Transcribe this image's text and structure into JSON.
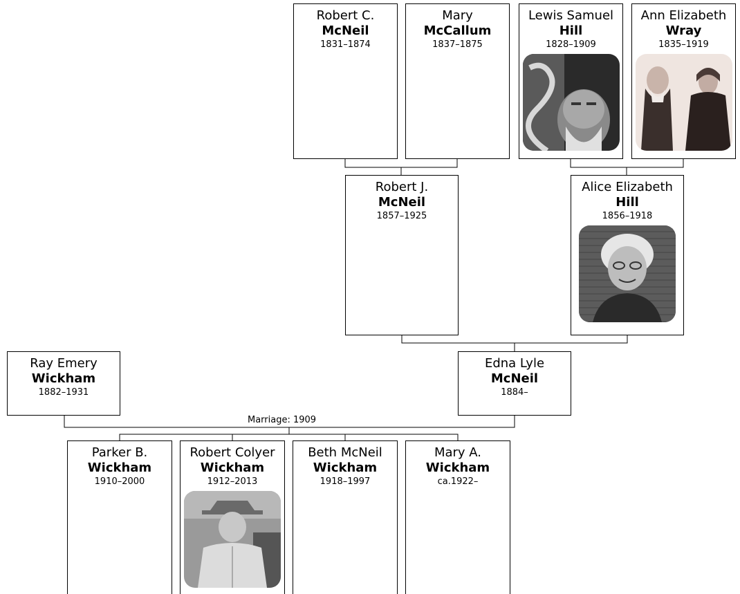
{
  "people": {
    "robert_c": {
      "given": "Robert C.",
      "surname": "McNeil",
      "dates": "1831–1874"
    },
    "mary_mccallum": {
      "given": "Mary",
      "surname": "McCallum",
      "dates": "1837–1875"
    },
    "lewis_samuel": {
      "given": "Lewis Samuel",
      "surname": "Hill",
      "dates": "1828–1909"
    },
    "ann_elizabeth": {
      "given": "Ann Elizabeth",
      "surname": "Wray",
      "dates": "1835–1919"
    },
    "robert_j": {
      "given": "Robert J.",
      "surname": "McNeil",
      "dates": "1857–1925"
    },
    "alice_elizabeth": {
      "given": "Alice Elizabeth",
      "surname": "Hill",
      "dates": "1856–1918"
    },
    "ray_emery": {
      "given": "Ray Emery",
      "surname": "Wickham",
      "dates": "1882–1931"
    },
    "edna_lyle": {
      "given": "Edna Lyle",
      "surname": "McNeil",
      "dates": "1884–"
    },
    "parker_b": {
      "given": "Parker B.",
      "surname": "Wickham",
      "dates": "1910–2000"
    },
    "robert_colyer": {
      "given": "Robert Colyer",
      "surname": "Wickham",
      "dates": "1912–2013"
    },
    "beth_mcneil": {
      "given": "Beth McNeil",
      "surname": "Wickham",
      "dates": "1918–1997"
    },
    "mary_a": {
      "given": "Mary A.",
      "surname": "Wickham",
      "dates": "ca.1922–"
    }
  },
  "marriage_label": "Marriage: 1909"
}
